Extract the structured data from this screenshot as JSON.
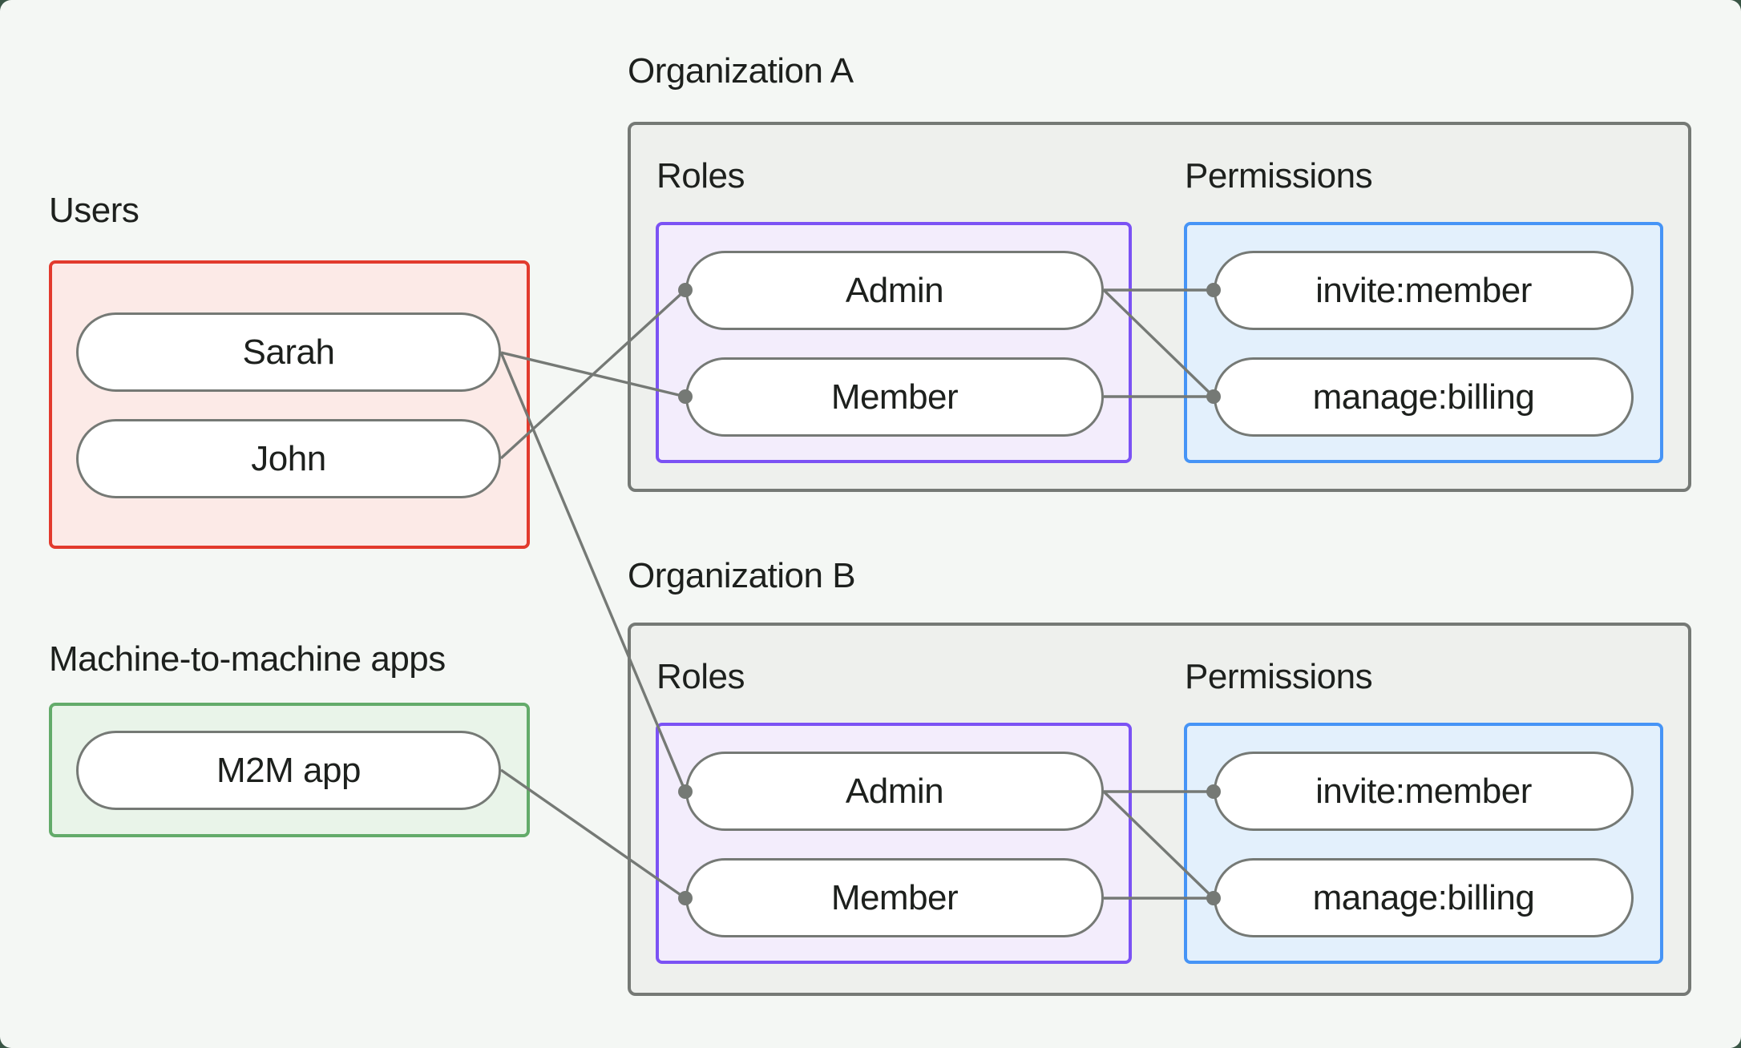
{
  "users": {
    "title": "Users",
    "items": [
      "Sarah",
      "John"
    ]
  },
  "m2m": {
    "title": "Machine-to-machine apps",
    "items": [
      "M2M app"
    ]
  },
  "orgs": [
    {
      "title": "Organization A",
      "roles": {
        "title": "Roles",
        "items": [
          "Admin",
          "Member"
        ]
      },
      "permissions": {
        "title": "Permissions",
        "items": [
          "invite:member",
          "manage:billing"
        ]
      }
    },
    {
      "title": "Organization B",
      "roles": {
        "title": "Roles",
        "items": [
          "Admin",
          "Member"
        ]
      },
      "permissions": {
        "title": "Permissions",
        "items": [
          "invite:member",
          "manage:billing"
        ]
      }
    }
  ],
  "connections": [
    {
      "from": "Sarah",
      "to": "Organization A / Member"
    },
    {
      "from": "John",
      "to": "Organization A / Admin"
    },
    {
      "from": "Sarah",
      "to": "Organization B / Admin"
    },
    {
      "from": "M2M app",
      "to": "Organization B / Member"
    },
    {
      "from": "Organization A / Admin",
      "to": "Organization A / invite:member"
    },
    {
      "from": "Organization A / Admin",
      "to": "Organization A / manage:billing"
    },
    {
      "from": "Organization A / Member",
      "to": "Organization A / manage:billing"
    },
    {
      "from": "Organization B / Admin",
      "to": "Organization B / invite:member"
    },
    {
      "from": "Organization B / Admin",
      "to": "Organization B / manage:billing"
    },
    {
      "from": "Organization B / Member",
      "to": "Organization B / manage:billing"
    }
  ],
  "colors": {
    "canvas_background": "#f4f7f4",
    "users_border": "#e23a2d",
    "users_fill": "#fceae7",
    "m2m_border": "#63ab6a",
    "m2m_fill": "#e9f4e9",
    "org_border": "#757975",
    "org_fill": "#eef0ed",
    "roles_border": "#7b52f4",
    "roles_fill": "#f3edfc",
    "permissions_border": "#4694f6",
    "permissions_fill": "#e3f0fc",
    "node_fill": "#ffffff",
    "edge": "#757975",
    "text": "#1d201d"
  }
}
